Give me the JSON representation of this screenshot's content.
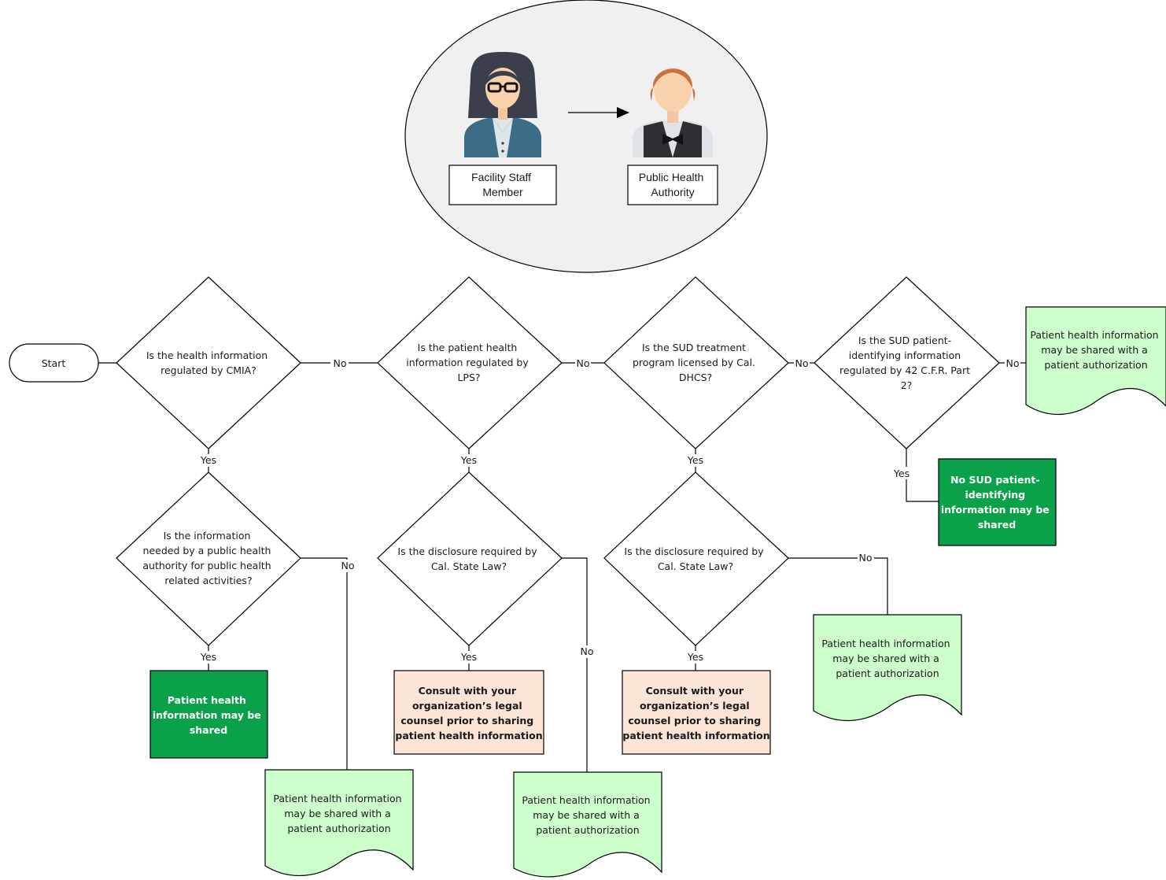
{
  "actors": {
    "staff": "Facility Staff Member",
    "staff_lines": [
      "Facility Staff",
      "Member"
    ],
    "authority": "Public Health Authority",
    "authority_lines": [
      "Public Health",
      "Authority"
    ]
  },
  "start": "Start",
  "decisions": {
    "d1": [
      "Is the health information",
      "regulated by CMIA?"
    ],
    "d2": [
      "Is the patient health",
      "information regulated by",
      "LPS?"
    ],
    "d3": [
      "Is the SUD treatment",
      "program licensed by Cal.",
      "DHCS?"
    ],
    "d4": [
      "Is the SUD patient-",
      "identifying information",
      "regulated by 42 C.F.R. Part",
      "2?"
    ],
    "d5": [
      "Is the information",
      "needed by a public health",
      "authority for public health",
      "related activities?"
    ],
    "d6": [
      "Is the disclosure required by",
      "Cal. State Law?"
    ],
    "d7": [
      "Is the disclosure required by",
      "Cal. State Law?"
    ]
  },
  "outcomes": {
    "may_be_shared": [
      "Patient health",
      "information may be",
      "shared"
    ],
    "no_sud": [
      "No SUD patient-",
      "identifying",
      "information may be",
      "shared"
    ],
    "consult": [
      "Consult with your",
      "organization’s legal",
      "counsel prior to sharing",
      "patient health information"
    ],
    "with_authorization": [
      "Patient health information",
      "may be shared with a",
      "patient authorization"
    ]
  },
  "labels": {
    "yes": "Yes",
    "no": "No"
  },
  "colors": {
    "ellipse_fill": "#f0f0f0",
    "dark_green": "#0aa14a",
    "light_green": "#ccffcc",
    "peach": "#fce4d6",
    "line": "#000000"
  }
}
